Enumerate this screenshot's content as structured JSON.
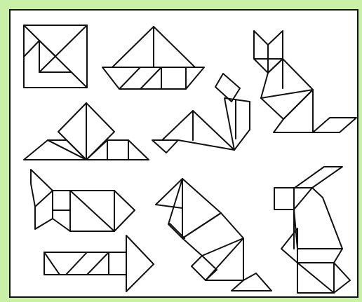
{
  "colors": {
    "frame_green": "#c9f0a6",
    "line": "#111111",
    "paper": "#ffffff"
  },
  "figures": [
    {
      "name": "square"
    },
    {
      "name": "sailboat"
    },
    {
      "name": "cat"
    },
    {
      "name": "bird"
    },
    {
      "name": "seated-figure"
    },
    {
      "name": "fish"
    },
    {
      "name": "kangaroo"
    },
    {
      "name": "rabbit"
    },
    {
      "name": "arrow"
    }
  ]
}
